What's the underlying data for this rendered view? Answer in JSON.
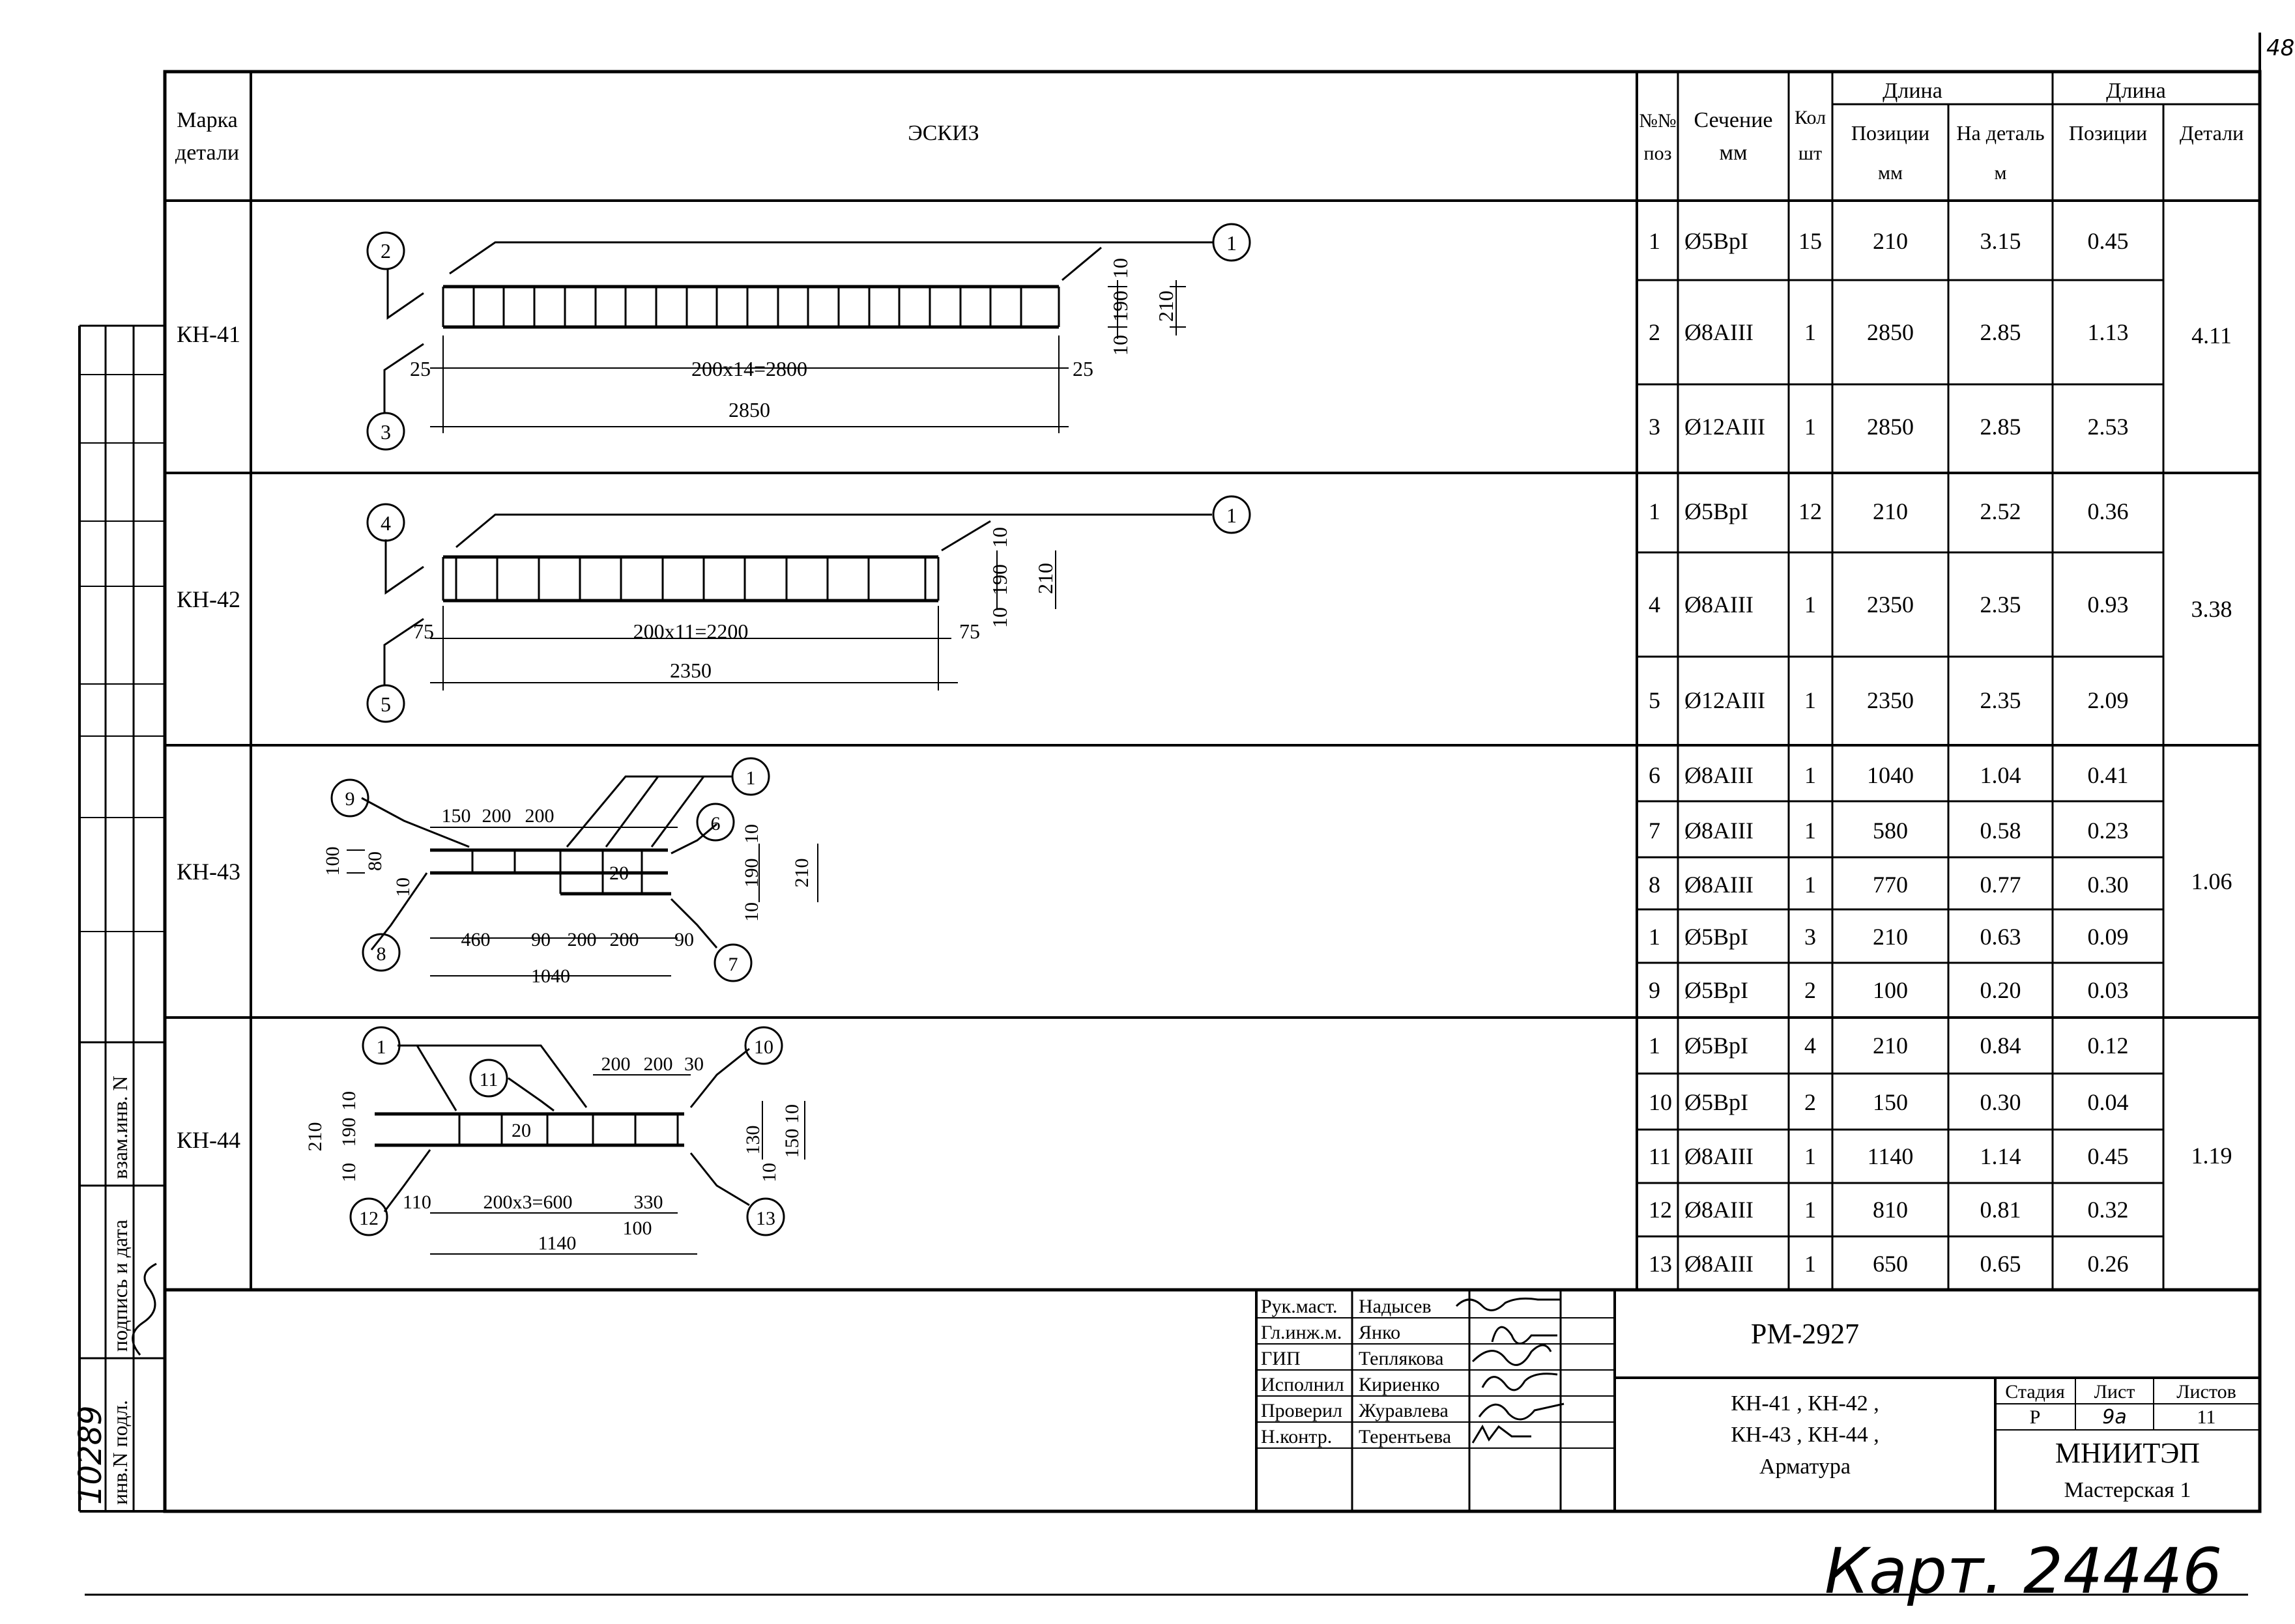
{
  "sheet_corner_number": "48",
  "header": {
    "mark_l1": "Марка",
    "mark_l2": "детали",
    "sketch": "ЭСКИЗ",
    "pos_l1": "№№",
    "pos_l2": "поз",
    "section_l1": "Сечение",
    "section_l2": "мм",
    "qty_l1": "Кол",
    "qty_l2": "шт",
    "length_a": "Длина",
    "pos_len_l1": "Позиции",
    "pos_len_l2": "мм",
    "per_part_l1": "На деталь",
    "per_part_l2": "м",
    "length_b": "Длина",
    "pos_len2": "Позиции",
    "part_len": "Детали"
  },
  "parts": [
    {
      "mark": "КН-41",
      "total": "4.11",
      "rows": [
        {
          "pos": "1",
          "section": "Ø5ВрI",
          "qty": "15",
          "len_mm": "210",
          "per_part": "3.15",
          "pos_total": "0.45"
        },
        {
          "pos": "2",
          "section": "Ø8АIII",
          "qty": "1",
          "len_mm": "2850",
          "per_part": "2.85",
          "pos_total": "1.13"
        },
        {
          "pos": "3",
          "section": "Ø12АIII",
          "qty": "1",
          "len_mm": "2850",
          "per_part": "2.85",
          "pos_total": "2.53"
        }
      ]
    },
    {
      "mark": "КН-42",
      "total": "3.38",
      "rows": [
        {
          "pos": "1",
          "section": "Ø5ВрI",
          "qty": "12",
          "len_mm": "210",
          "per_part": "2.52",
          "pos_total": "0.36"
        },
        {
          "pos": "4",
          "section": "Ø8АIII",
          "qty": "1",
          "len_mm": "2350",
          "per_part": "2.35",
          "pos_total": "0.93"
        },
        {
          "pos": "5",
          "section": "Ø12АIII",
          "qty": "1",
          "len_mm": "2350",
          "per_part": "2.35",
          "pos_total": "2.09"
        }
      ]
    },
    {
      "mark": "КН-43",
      "total": "1.06",
      "rows": [
        {
          "pos": "6",
          "section": "Ø8АIII",
          "qty": "1",
          "len_mm": "1040",
          "per_part": "1.04",
          "pos_total": "0.41"
        },
        {
          "pos": "7",
          "section": "Ø8АIII",
          "qty": "1",
          "len_mm": "580",
          "per_part": "0.58",
          "pos_total": "0.23"
        },
        {
          "pos": "8",
          "section": "Ø8АIII",
          "qty": "1",
          "len_mm": "770",
          "per_part": "0.77",
          "pos_total": "0.30"
        },
        {
          "pos": "1",
          "section": "Ø5ВрI",
          "qty": "3",
          "len_mm": "210",
          "per_part": "0.63",
          "pos_total": "0.09"
        },
        {
          "pos": "9",
          "section": "Ø5ВрI",
          "qty": "2",
          "len_mm": "100",
          "per_part": "0.20",
          "pos_total": "0.03"
        }
      ]
    },
    {
      "mark": "КН-44",
      "total": "1.19",
      "rows": [
        {
          "pos": "1",
          "section": "Ø5ВрI",
          "qty": "4",
          "len_mm": "210",
          "per_part": "0.84",
          "pos_total": "0.12"
        },
        {
          "pos": "10",
          "section": "Ø5ВрI",
          "qty": "2",
          "len_mm": "150",
          "per_part": "0.30",
          "pos_total": "0.04"
        },
        {
          "pos": "11",
          "section": "Ø8АIII",
          "qty": "1",
          "len_mm": "1140",
          "per_part": "1.14",
          "pos_total": "0.45"
        },
        {
          "pos": "12",
          "section": "Ø8АIII",
          "qty": "1",
          "len_mm": "810",
          "per_part": "0.81",
          "pos_total": "0.32"
        },
        {
          "pos": "13",
          "section": "Ø8АIII",
          "qty": "1",
          "len_mm": "650",
          "per_part": "0.65",
          "pos_total": "0.26"
        }
      ]
    }
  ],
  "sketch_text": {
    "kn41": {
      "p1": "1",
      "p2": "2",
      "p3": "3",
      "d10a": "10",
      "d190": "190",
      "d210": "210",
      "d10b": "10",
      "d25a": "25",
      "d25b": "25",
      "step": "200x14=2800",
      "len": "2850"
    },
    "kn42": {
      "p1": "1",
      "p4": "4",
      "p5": "5",
      "d10a": "10",
      "d190": "190",
      "d210": "210",
      "d10b": "10",
      "d75a": "75",
      "d75b": "75",
      "step": "200x11=2200",
      "len": "2350"
    },
    "kn43": {
      "p1": "1",
      "p6": "6",
      "p7": "7",
      "p8": "8",
      "p9": "9",
      "d150": "150",
      "d200a": "200",
      "d200b": "200",
      "d100": "100",
      "d80": "80",
      "d10l": "10",
      "d10r": "10",
      "d190": "190",
      "d210": "210",
      "d10rb": "10",
      "d20": "20",
      "d460": "460",
      "d90a": "90",
      "d200c": "200",
      "d200d": "200",
      "d90b": "90",
      "len": "1040"
    },
    "kn44": {
      "p1": "1",
      "p10": "10",
      "p11": "11",
      "p12": "12",
      "p13": "13",
      "d200a": "200",
      "d200b": "200",
      "d30": "30",
      "d210": "210",
      "d190": "190",
      "d10a": "10",
      "d10b": "10",
      "d20": "20",
      "d130": "130",
      "d10c": "10",
      "d150": "150",
      "d10d": "10",
      "d110": "110",
      "step": "200x3=600",
      "d330": "330",
      "d100": "100",
      "len": "1140"
    }
  },
  "stamp": {
    "roles": [
      "Рук.маст.",
      "Гл.инж.м.",
      "ГИП",
      "Исполнил",
      "Проверил",
      "Н.контр."
    ],
    "names": [
      "Надысев",
      "Янко",
      "Теплякова",
      "Кириенко",
      "Журавлева",
      "Терентьева"
    ],
    "code": "РМ-2927",
    "title_l1": "КН-41 ,   КН-42 ,",
    "title_l2": "КН-43 ,   КН-44 ,",
    "title_l3": "Арматура",
    "stage_label": "Стадия",
    "sheet_label": "Лист",
    "sheets_label": "Листов",
    "stage": "Р",
    "sheet": "9а",
    "sheets": "11",
    "org": "МНИИТЭП",
    "workshop": "Мастерская 1"
  },
  "side_stamp": {
    "inv_podl": "инв.N подл.",
    "podpis": "подпись и дата",
    "vzam": "взам.инв. N",
    "inv_hand": "10289"
  },
  "bottom_handwriting": "Карт. 24446"
}
